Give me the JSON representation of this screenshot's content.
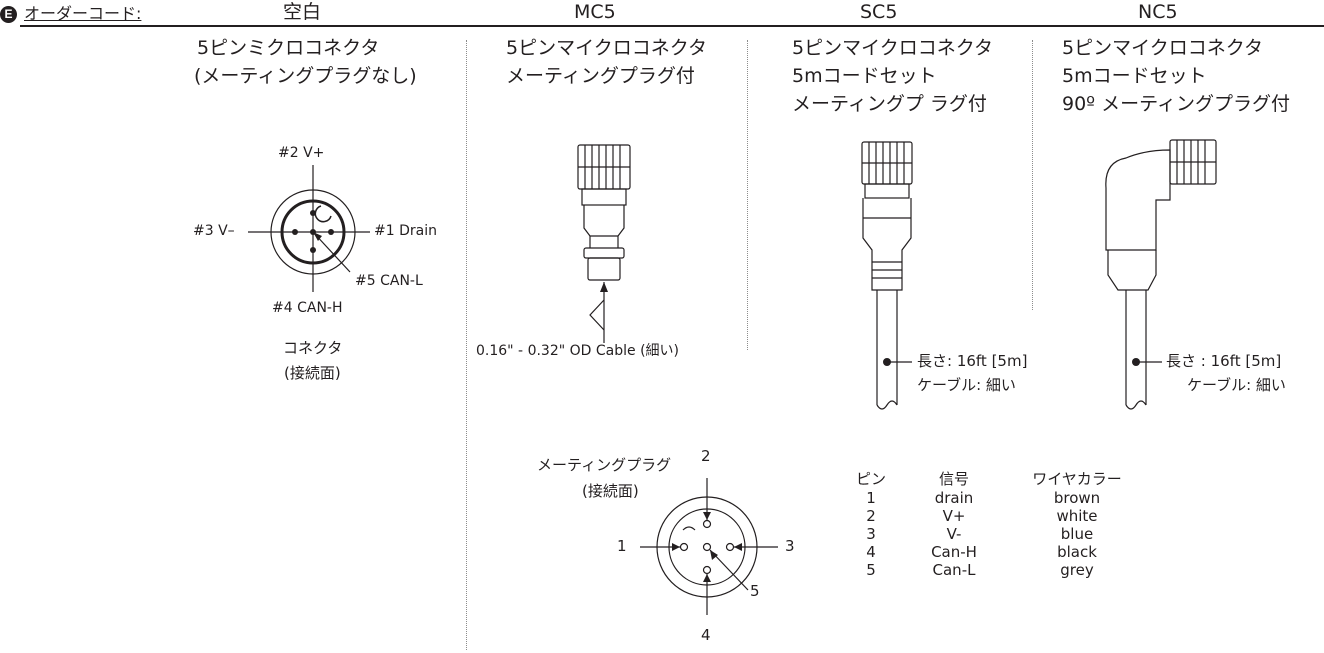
{
  "header": {
    "badge": "E",
    "order_code_label": "オーダーコード:",
    "col_codes": [
      "空白",
      "MC5",
      "SC5",
      "NC5"
    ]
  },
  "col1": {
    "title_line1": "5ピンミクロコネクタ",
    "title_line2": "(メーティングプラグなし)",
    "pin2": "#2 V+",
    "pin3": "#3 V–",
    "pin1": "#1 Drain",
    "pin5": "#5 CAN-L",
    "pin4": "#4 CAN-H",
    "caption_line1": "コネクタ",
    "caption_line2": "(接続面)"
  },
  "col2": {
    "title_line1": "5ピンマイクロコネクタ",
    "title_line2": "メーティングプラグ付",
    "cable_note": "0.16\" - 0.32\" OD Cable (細い)"
  },
  "col3": {
    "title_line1": "5ピンマイクロコネクタ",
    "title_line2": "5mコードセット",
    "title_line3": "メーティングプ ラグ付",
    "length_label": "長さ: 16ft [5m]",
    "cable_label": "ケーブル: 細い"
  },
  "col4": {
    "title_line1": "5ピンマイクロコネクタ",
    "title_line2": "5mコードセット",
    "title_line3": "90º メーティングプラグ付",
    "length_label": "長さ : 16ft [5m]",
    "cable_label": "ケーブル: 細い"
  },
  "mating_plug": {
    "caption_line1": "メーティングプラグ",
    "caption_line2": "(接続面)",
    "pin_labels": [
      "1",
      "2",
      "3",
      "4",
      "5"
    ]
  },
  "pin_table": {
    "headers": [
      "ピン",
      "信号",
      "ワイヤカラー"
    ],
    "rows": [
      [
        "1",
        "drain",
        "brown"
      ],
      [
        "2",
        "V+",
        "white"
      ],
      [
        "3",
        "V-",
        "blue"
      ],
      [
        "4",
        "Can-H",
        "black"
      ],
      [
        "5",
        "Can-L",
        "grey"
      ]
    ]
  }
}
